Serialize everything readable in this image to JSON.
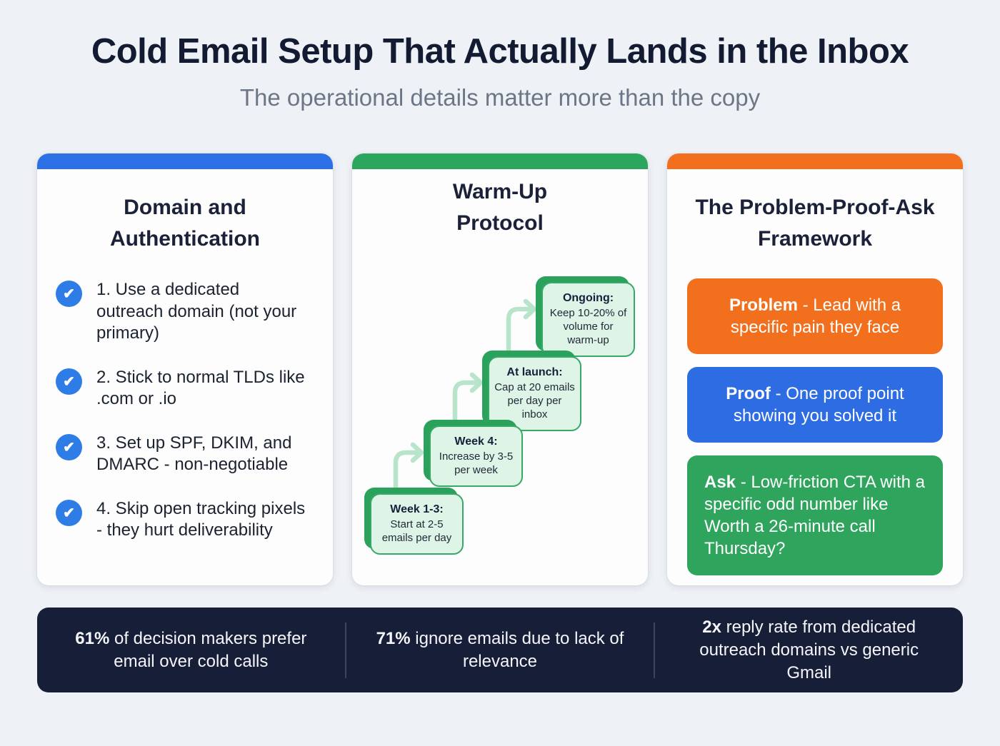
{
  "page": {
    "title": "Cold Email Setup That Actually Lands in the Inbox",
    "subtitle": "The operational details matter more than the copy"
  },
  "colors": {
    "background": "#eef1f5",
    "title_navy": "#131b33",
    "subtitle_gray": "#6d7687",
    "card_accent_domain": "#2d6fe4",
    "card_accent_warmup": "#2ca55e",
    "card_accent_framework": "#f2701d",
    "check_circle_blue": "#2e7ce5",
    "step_fill_green": "#def4e7",
    "step_border_green": "#36a967",
    "step_shadow_green": "#2ba25c",
    "arrow_light_green": "#b7e4cb",
    "problem_orange": "#f2701d",
    "proof_blue": "#2d6ce2",
    "ask_green": "#2fa45c",
    "footer_navy": "#161e38"
  },
  "cards": {
    "domain": {
      "title": "Domain and Authentication",
      "items": [
        {
          "icon": "check-icon",
          "check": "✔",
          "text": "1. Use a dedicated outreach domain (not your primary)"
        },
        {
          "icon": "check-icon",
          "check": "✔",
          "text": "2. Stick to normal TLDs like .com or .io"
        },
        {
          "icon": "check-icon",
          "check": "✔",
          "text": "3. Set up SPF, DKIM, and DMARC - non-negotiable"
        },
        {
          "icon": "check-icon",
          "check": "✔",
          "text": "4. Skip open tracking pixels - they hurt deliverability"
        }
      ]
    },
    "warmup": {
      "title": "Warm-Up Protocol",
      "steps": [
        {
          "label": "Week 1-3:",
          "text": "Start at 2-5 emails per day"
        },
        {
          "label": "Week 4:",
          "text": "Increase by 3-5 per week"
        },
        {
          "label": "At launch:",
          "text": "Cap at 20 emails per day per inbox"
        },
        {
          "label": "Ongoing:",
          "text": "Keep 10-20% of volume for warm-up"
        }
      ]
    },
    "framework": {
      "title": "The Problem-Proof-Ask Framework",
      "boxes": [
        {
          "label": "Problem",
          "text": " - Lead with a specific pain they face"
        },
        {
          "label": "Proof",
          "text": " - One proof point showing you solved it"
        },
        {
          "label": "Ask",
          "text": " - Low-friction CTA with a specific odd number like Worth a 26-minute call Thursday?"
        }
      ]
    }
  },
  "footer": {
    "stats": [
      {
        "value": "61%",
        "text": " of decision makers prefer email over cold calls"
      },
      {
        "value": "71%",
        "text": " ignore emails due to lack of relevance"
      },
      {
        "value": "2x",
        "text": " reply rate from dedicated outreach domains vs generic Gmail"
      }
    ]
  }
}
